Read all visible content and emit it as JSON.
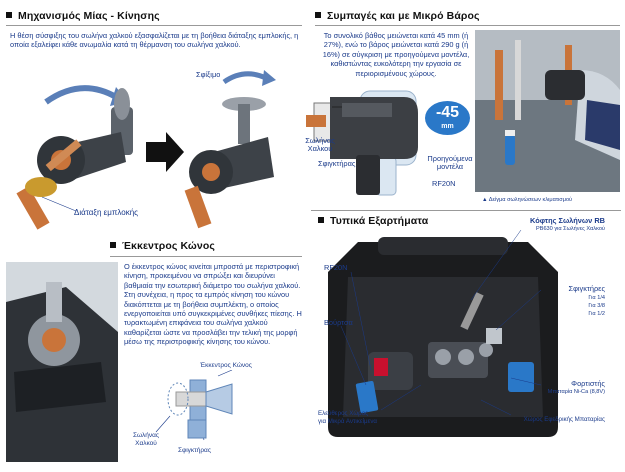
{
  "sections": {
    "mechanism": {
      "title": "Μηχανισμός Μίας - Κίνησης",
      "body": "Η θέση σύσφιξης του σωλήνα χαλκού εξασφαλίζεται με τη βοήθεια διάταξης εμπλοκής, η οποία εξαλείφει κάθε ανωμαλία κατά τη θέρμανση του σωλήνα χαλκού.",
      "label_clamp": "Σφίξιμο",
      "label_lock": "Διάταξη εμπλοκής"
    },
    "compact": {
      "title": "Συμπαγές και με Μικρό Βάρος",
      "body": "Το συνολικό βάθος μειώνεται κατά 45 mm (ή 27%), ενώ το βάρος μειώνεται κατά 290 g (ή 16%) σε σύγκριση με προηγούμενα μοντέλα, καθιστώντας ευκολότερη την εργασία σε περιορισμένους χώρους.",
      "badge_value": "-45",
      "badge_unit": "mm",
      "label_pipe": "Σωλήνας Χαλκού",
      "label_clamps": "Σφιγκτήρας",
      "label_prev": "Προηγούμενα μοντέλα",
      "label_model": "RF20N",
      "photo_caption": "Δείγμα σωληνώσεων κλιματισμού"
    },
    "cone": {
      "title": "Έκκεντρος Κώνος",
      "body": "Ο έκκεντρος κώνος κινείται μπροστά με περιστροφική κίνηση, προκειμένου να σπρώξει και διευρύνει βαθμιαία την εσωτερική διάμετρο του σωλήνα χαλκού. Στη συνέχεια, η προς τα εμπρός κίνηση του κώνου διακόπτεται με τη βοήθεια συμπλέκτη, ο οποίος ενεργοποιείται υπό συγκεκριμένες συνθήκες πίεσης. Η τυρακτωμένη επιφάνεια του σωλήνα χαλκού καθαρίζεται ώστε να προσλάβει την τελική της μορφή μέσω της περιστροφικής κίνησης του κώνου.",
      "label_cone": "Έκκεντρος Κώνος",
      "label_pipe": "Σωλήνας Χαλκού",
      "label_clamp": "Σφιγκτήρας"
    },
    "accessories": {
      "title": "Τυπικά Εξαρτήματα",
      "labels": {
        "cutter": "Κόφτης Σωλήνων RB",
        "cutter_sub": "PB630 για Σωλήνες Χαλκού",
        "model": "RF20N",
        "brush": "Βούρτσα",
        "clamps": "Σφιγκτήρες",
        "clamp1": "Για 1/4",
        "clamp2": "Για 3/8",
        "clamp3": "Για 1/2",
        "charger": "Φορτιστής",
        "charger_sub": "Μπαταρία Ni-Ca (8,8V)",
        "free_space": "Ελεύθερος Χώρος",
        "free_space_sub": "για Μικρά Αντικείμενα",
        "battery_space": "Χώρος Εφεδρικής Μπαταρίας"
      }
    }
  },
  "colors": {
    "text_blue": "#1a3a8a",
    "badge_blue": "#2a78c8",
    "copper": "#c9743a",
    "dark_metal": "#444a52",
    "case_black": "#1b1c1e"
  }
}
